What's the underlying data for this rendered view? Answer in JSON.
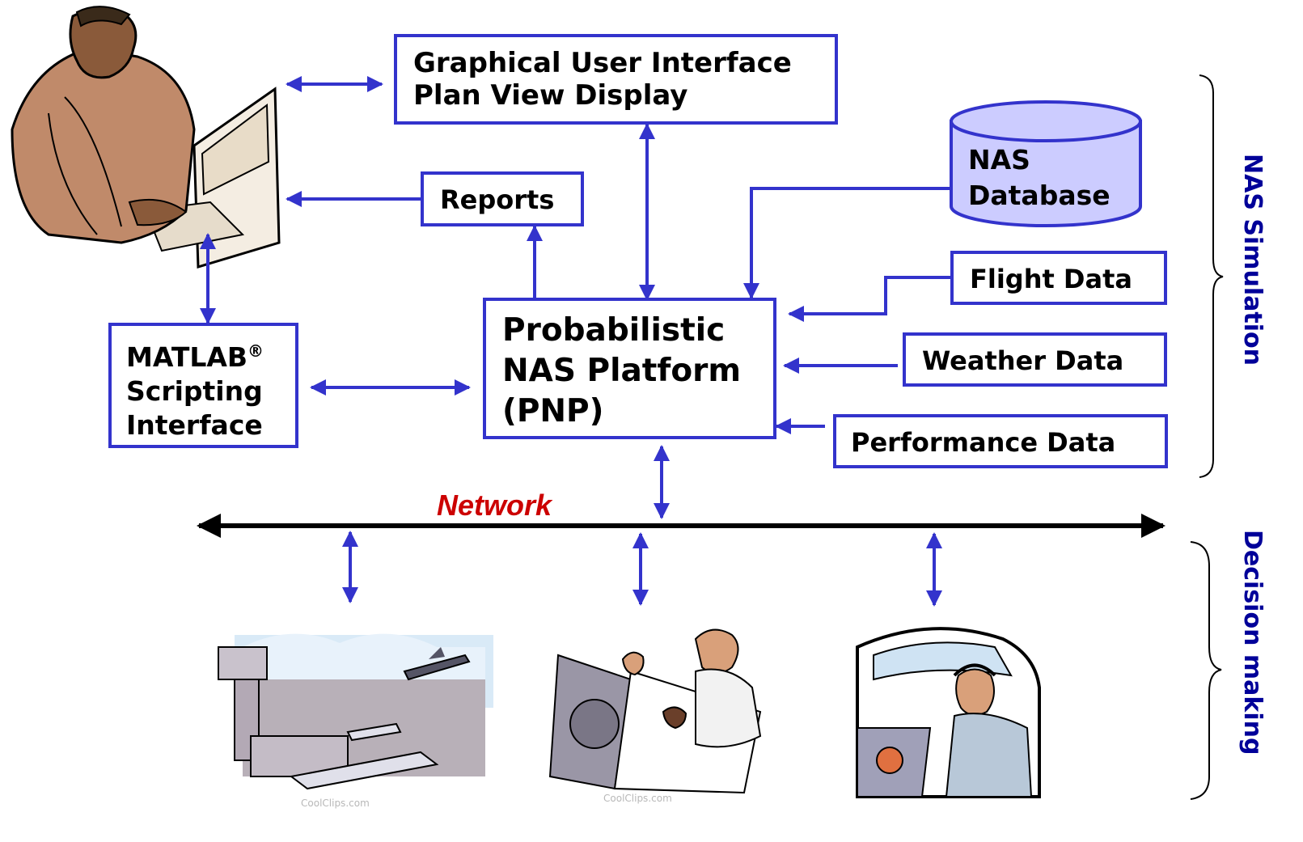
{
  "boxes": {
    "gui_line1": "Graphical User Interface",
    "gui_line2": "Plan View Display",
    "reports": "Reports",
    "nas_db_line1": "NAS",
    "nas_db_line2": "Database",
    "flight_data": "Flight Data",
    "weather_data": "Weather Data",
    "performance_data": "Performance Data",
    "matlab_line1": "MATLAB",
    "matlab_reg": "®",
    "matlab_line2": "Scripting",
    "matlab_line3": "Interface",
    "pnp_line1": "Probabilistic",
    "pnp_line2": "NAS Platform",
    "pnp_line3": "(PNP)"
  },
  "network_label": "Network",
  "groups": {
    "nas_simulation": "NAS Simulation",
    "decision_making": "Decision making"
  },
  "watermarks": [
    "CoolClips.com",
    "CoolClips.com"
  ],
  "colors": {
    "box_border": "#3333cc",
    "arrow": "#3333cc",
    "network_line": "#000000",
    "network_label": "#cc0000",
    "group_label": "#000099",
    "database_fill": "#ccccff"
  },
  "icons": [
    "operator-at-computer-icon",
    "airport-tower-icon",
    "air-traffic-controllers-icon",
    "pilot-cockpit-icon"
  ]
}
